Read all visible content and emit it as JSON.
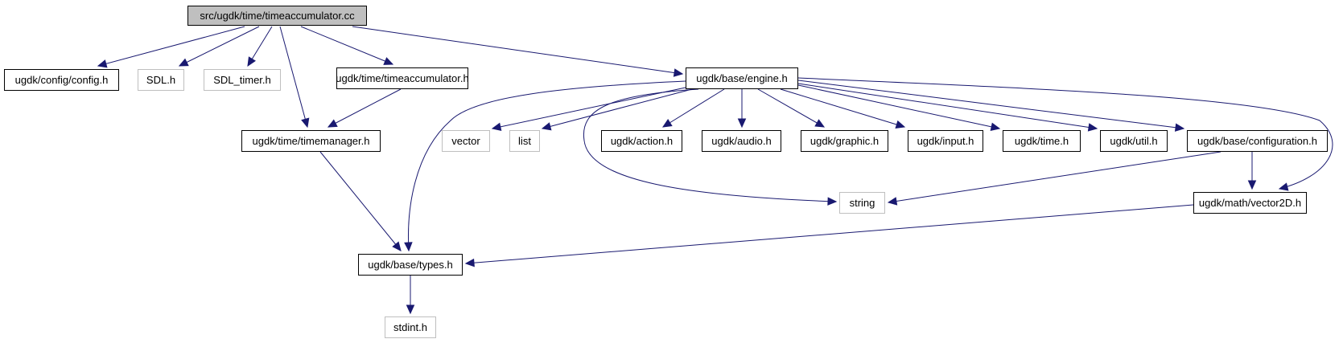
{
  "diagram": {
    "type": "include-dependency-graph",
    "colors": {
      "edge": "#191970",
      "root_fill": "#bfbfbf",
      "node_border": "#000000",
      "external_border": "#bfbfbf"
    },
    "nodes": [
      {
        "id": "root",
        "label": "src/ugdk/time/timeaccumulator.cc",
        "kind": "root"
      },
      {
        "id": "config",
        "label": "ugdk/config/config.h",
        "kind": "documented"
      },
      {
        "id": "sdl",
        "label": "SDL.h",
        "kind": "external"
      },
      {
        "id": "sdltimer",
        "label": "SDL_timer.h",
        "kind": "external"
      },
      {
        "id": "timeacc",
        "label": "ugdk/time/timeaccumulator.h",
        "kind": "documented"
      },
      {
        "id": "engine",
        "label": "ugdk/base/engine.h",
        "kind": "documented"
      },
      {
        "id": "timemanager",
        "label": "ugdk/time/timemanager.h",
        "kind": "documented"
      },
      {
        "id": "vector",
        "label": "vector",
        "kind": "external"
      },
      {
        "id": "list",
        "label": "list",
        "kind": "external"
      },
      {
        "id": "action",
        "label": "ugdk/action.h",
        "kind": "documented"
      },
      {
        "id": "audio",
        "label": "ugdk/audio.h",
        "kind": "documented"
      },
      {
        "id": "graphic",
        "label": "ugdk/graphic.h",
        "kind": "documented"
      },
      {
        "id": "input",
        "label": "ugdk/input.h",
        "kind": "documented"
      },
      {
        "id": "time",
        "label": "ugdk/time.h",
        "kind": "documented"
      },
      {
        "id": "util",
        "label": "ugdk/util.h",
        "kind": "documented"
      },
      {
        "id": "configuration",
        "label": "ugdk/base/configuration.h",
        "kind": "documented"
      },
      {
        "id": "string",
        "label": "string",
        "kind": "external"
      },
      {
        "id": "vector2d",
        "label": "ugdk/math/vector2D.h",
        "kind": "documented"
      },
      {
        "id": "types",
        "label": "ugdk/base/types.h",
        "kind": "documented"
      },
      {
        "id": "stdint",
        "label": "stdint.h",
        "kind": "external"
      }
    ],
    "edges": [
      {
        "from": "root",
        "to": "config"
      },
      {
        "from": "root",
        "to": "sdl"
      },
      {
        "from": "root",
        "to": "sdltimer"
      },
      {
        "from": "root",
        "to": "timemanager"
      },
      {
        "from": "root",
        "to": "timeacc"
      },
      {
        "from": "root",
        "to": "engine"
      },
      {
        "from": "timeacc",
        "to": "timemanager"
      },
      {
        "from": "timemanager",
        "to": "types"
      },
      {
        "from": "engine",
        "to": "types"
      },
      {
        "from": "engine",
        "to": "vector"
      },
      {
        "from": "engine",
        "to": "list"
      },
      {
        "from": "engine",
        "to": "string"
      },
      {
        "from": "engine",
        "to": "action"
      },
      {
        "from": "engine",
        "to": "audio"
      },
      {
        "from": "engine",
        "to": "graphic"
      },
      {
        "from": "engine",
        "to": "input"
      },
      {
        "from": "engine",
        "to": "time"
      },
      {
        "from": "engine",
        "to": "util"
      },
      {
        "from": "engine",
        "to": "configuration"
      },
      {
        "from": "engine",
        "to": "vector2d"
      },
      {
        "from": "configuration",
        "to": "string"
      },
      {
        "from": "configuration",
        "to": "vector2d"
      },
      {
        "from": "vector2d",
        "to": "types"
      },
      {
        "from": "types",
        "to": "stdint"
      }
    ]
  }
}
